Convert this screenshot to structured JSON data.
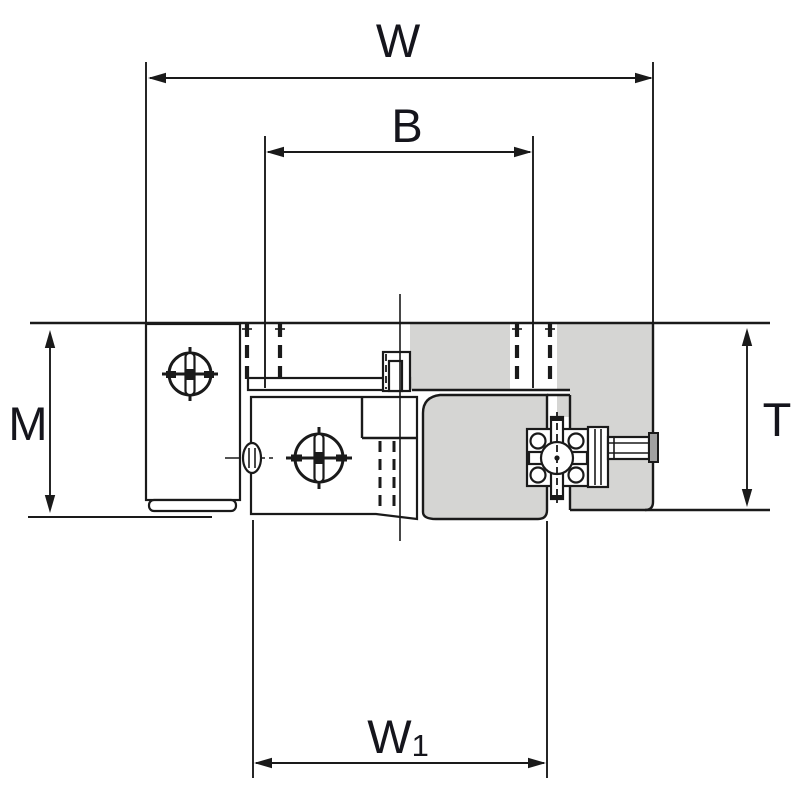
{
  "diagram": {
    "kind": "engineering-dimension-drawing",
    "dimensions": {
      "w": {
        "label": "W"
      },
      "b": {
        "label": "B"
      },
      "m": {
        "label": "M"
      },
      "t": {
        "label": "T"
      },
      "w1": {
        "label_base": "W",
        "label_subscript": "1"
      }
    },
    "colors": {
      "background": "#ffffff",
      "line": "#1a1a1a",
      "part_fill": "#d5d5d3",
      "bolt_cap_fill": "#a0a0a0",
      "label_text": "#15151c"
    }
  }
}
